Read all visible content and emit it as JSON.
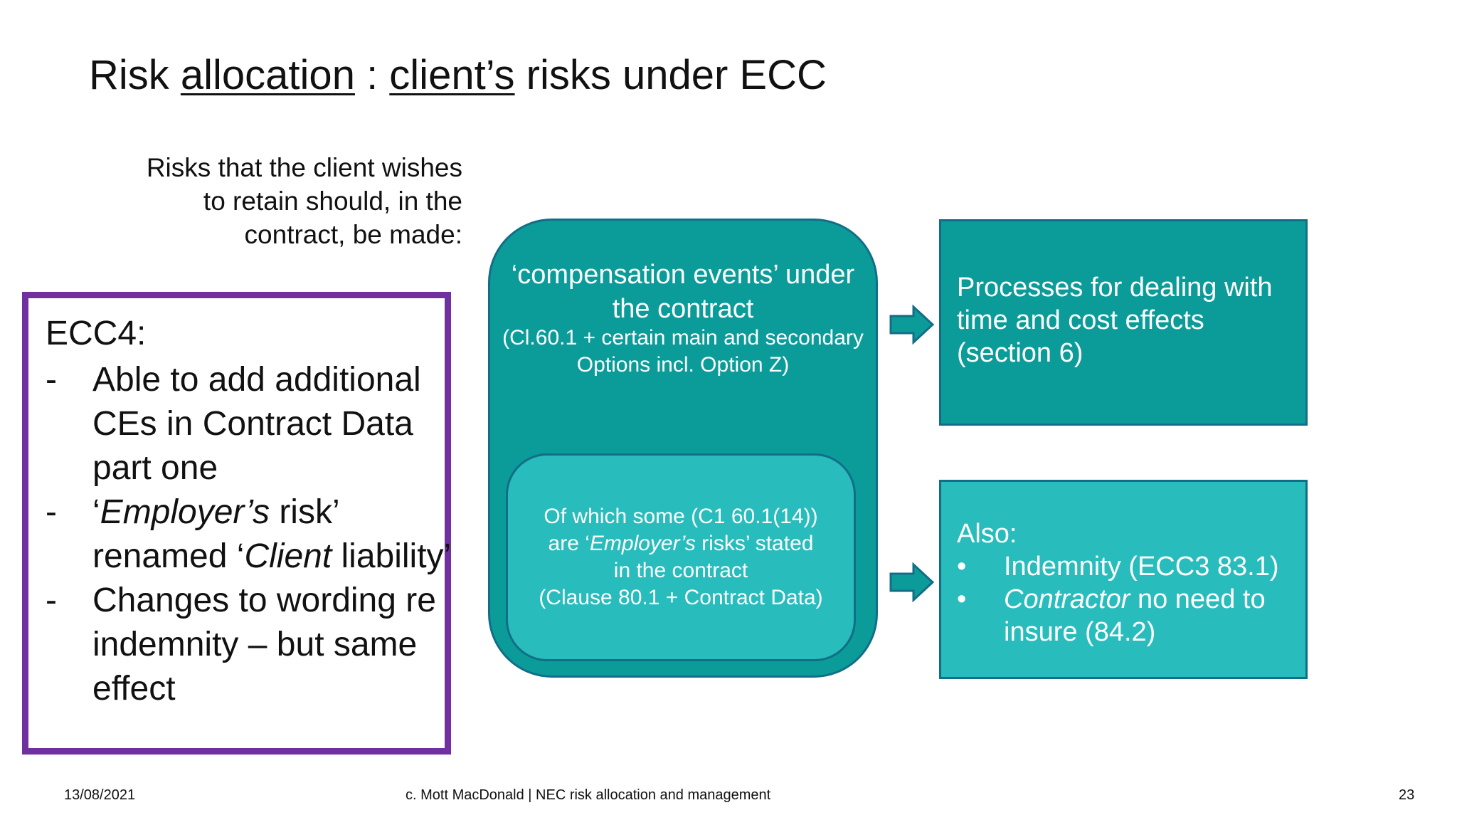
{
  "slide": {
    "title": {
      "part1": "Risk ",
      "part2": "allocation",
      "part3": " : ",
      "part4": "client’s",
      "part5": " risks under ECC"
    },
    "intro_text": "Risks that the client wishes to retain should, in the contract, be made:",
    "ecc4_box": {
      "heading": "ECC4:",
      "bullet_symbol": "-",
      "item1": "Able to add additional CEs in Contract Data part one",
      "item2_a": "‘",
      "item2_b": "Employer’s",
      "item2_c": " risk’ renamed ‘",
      "item2_d": "Client",
      "item2_e": " liability’",
      "item3": "Changes to wording re indemnity – but same effect"
    },
    "compensation_box": {
      "title": "‘compensation events’ under the contract",
      "subtitle": "(Cl.60.1 + certain main and secondary Options incl. Option Z)"
    },
    "inner_box": {
      "line1": "Of which some (C1 60.1(14))",
      "line2_a": "are ‘",
      "line2_b": "Employer’s",
      "line2_c": " risks’ stated",
      "line3": "in the contract",
      "line4": "(Clause 80.1 + Contract Data)"
    },
    "processes_box": {
      "text": "Processes for dealing with time and cost effects (section 6)"
    },
    "also_box": {
      "heading": "Also:",
      "bullet_symbol": "•",
      "item1": "Indemnity (ECC3 83.1)",
      "item2_a": "Contractor",
      "item2_b": " no need to insure (84.2)"
    },
    "footer": {
      "date": "13/08/2021",
      "center": "c. Mott MacDonald | NEC risk allocation and management",
      "page_number": "23"
    },
    "colors": {
      "teal_dark": "#0b9c9a",
      "teal_light": "#28bcbc",
      "border_blue": "#126e86",
      "purple": "#7030a0"
    },
    "icons": [
      "arrow-right-icon",
      "arrow-right-icon"
    ]
  }
}
